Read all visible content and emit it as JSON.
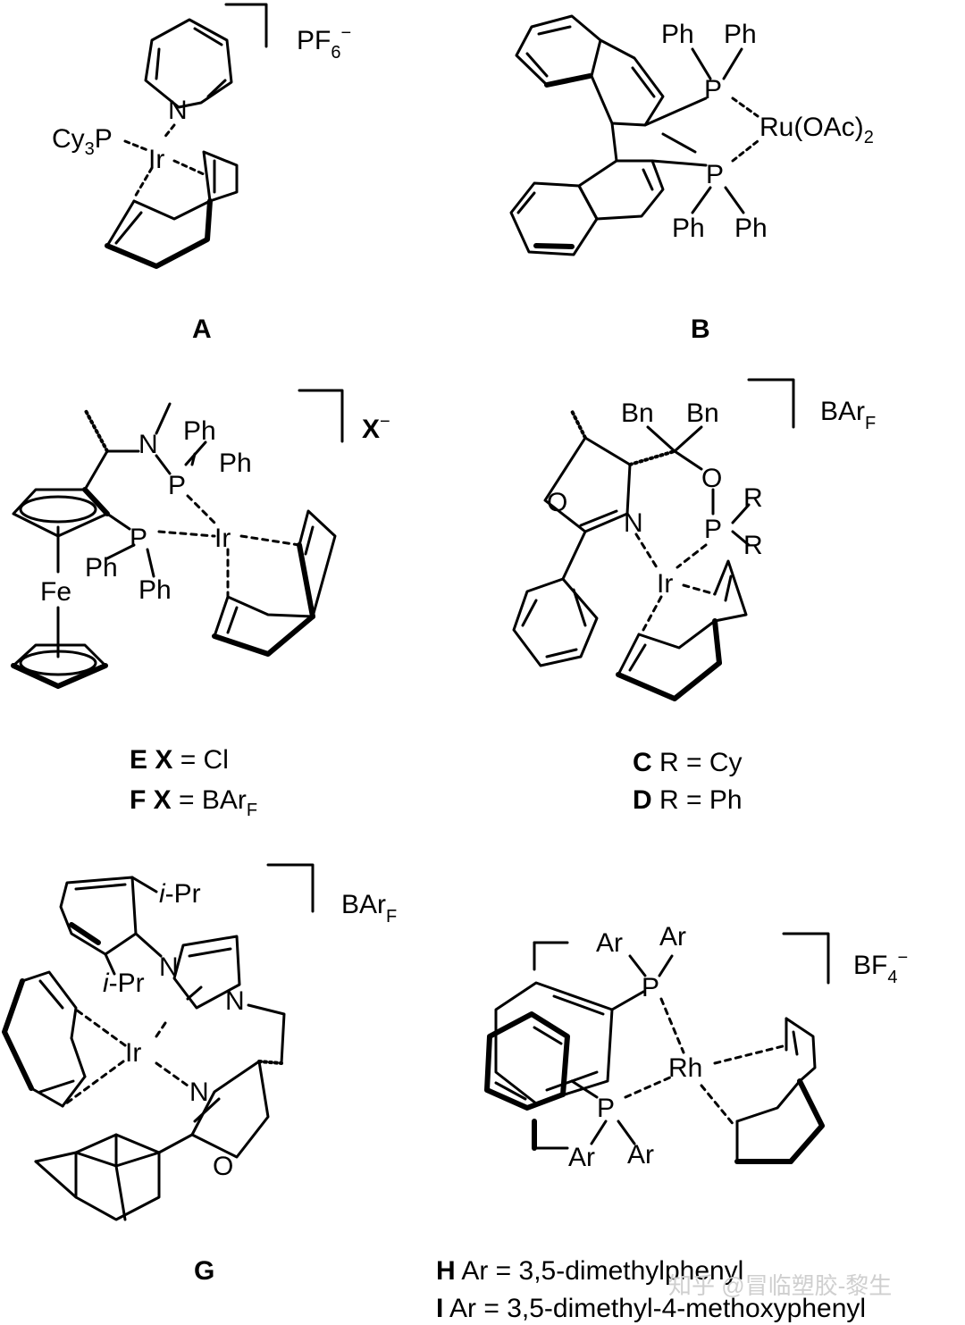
{
  "structures": {
    "A": {
      "label": "A",
      "counterion": "PF",
      "counterion_sub": "6",
      "counterion_sup": "−",
      "ligand": "Cy",
      "ligand_sub": "3",
      "ligand_tail": "P",
      "metal": "Ir",
      "n_atom": "N"
    },
    "B": {
      "label": "B",
      "metal": "Ru(OAc)",
      "metal_sub": "2",
      "p_atom": "P",
      "ph": "Ph"
    },
    "EF": {
      "counterion": "X",
      "counterion_sup": "−",
      "metal": "Ir",
      "fe": "Fe",
      "n_atom": "N",
      "p_atom": "P",
      "ph": "Ph",
      "caption_e_bold": "E X",
      "caption_e_rest": " = Cl",
      "caption_f_bold": "F X",
      "caption_f_rest": " = BAr",
      "caption_f_sub": "F"
    },
    "CD": {
      "counterion": "BAr",
      "counterion_sub": "F",
      "metal": "Ir",
      "bn": "Bn",
      "o_atom": "O",
      "n_atom": "N",
      "p_atom": "P",
      "r": "R",
      "caption_c_bold": "C",
      "caption_c_rest": " R = Cy",
      "caption_d_bold": "D",
      "caption_d_rest": " R = Ph"
    },
    "G": {
      "label": "G",
      "counterion": "BAr",
      "counterion_sub": "F",
      "metal": "Ir",
      "ipr_italic": "i",
      "ipr_rest": "-Pr",
      "n_atom": "N",
      "o_atom": "O"
    },
    "HI": {
      "counterion": "BF",
      "counterion_sub": "4",
      "counterion_sup": "−",
      "metal": "Rh",
      "p_atom": "P",
      "ar": "Ar",
      "caption_h_bold": "H",
      "caption_h_rest": " Ar = 3,5-dimethylphenyl",
      "caption_i_bold": "I",
      "caption_i_rest": " Ar = 3,5-dimethyl-4-methoxyphenyl"
    }
  },
  "watermark": "知乎 @冒临塑胶-黎生"
}
